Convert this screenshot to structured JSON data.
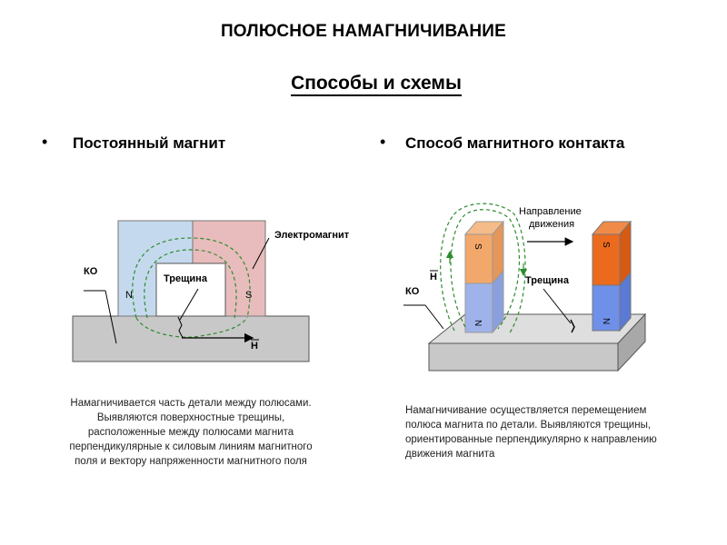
{
  "header": {
    "title": "ПОЛЮСНОЕ НАМАГНИЧИВАНИЕ",
    "subtitle": "Способы и схемы"
  },
  "left": {
    "bullet": "•",
    "heading": "Постоянный магнит",
    "labels": {
      "electromagnet": "Электромагнит",
      "ko": "КО",
      "crack": "Трещина",
      "north": "N",
      "south": "S",
      "field": "H"
    },
    "description": [
      "Намагничивается часть детали  между полюсами.",
      "Выявляются поверхностные трещины,",
      "расположенные между полюсами магнита",
      "перпендикулярные к силовым линиям  магнитного",
      "поля и вектору напряженности магнитного поля"
    ]
  },
  "right": {
    "bullet": "•",
    "heading": "Способ магнитного контакта",
    "labels": {
      "direction_line1": "Направление",
      "direction_line2": "движения",
      "ko": "КО",
      "crack": "Трещина",
      "field": "H",
      "south": "S",
      "north": "N"
    },
    "description": [
      "Намагничивание осуществляется перемещением",
      "полюса магнита по детали. Выявляются трещины,",
      "ориентированные  перпендикулярно к направлению",
      "движения магнита"
    ]
  },
  "colors": {
    "pole_blue": "#c5d9ee",
    "pole_pink": "#e8bcbc",
    "part_gray": "#c8c8c8",
    "field_green": "#2e8b2e",
    "orange": "#ec6a1e",
    "blue": "#6f90e8"
  }
}
